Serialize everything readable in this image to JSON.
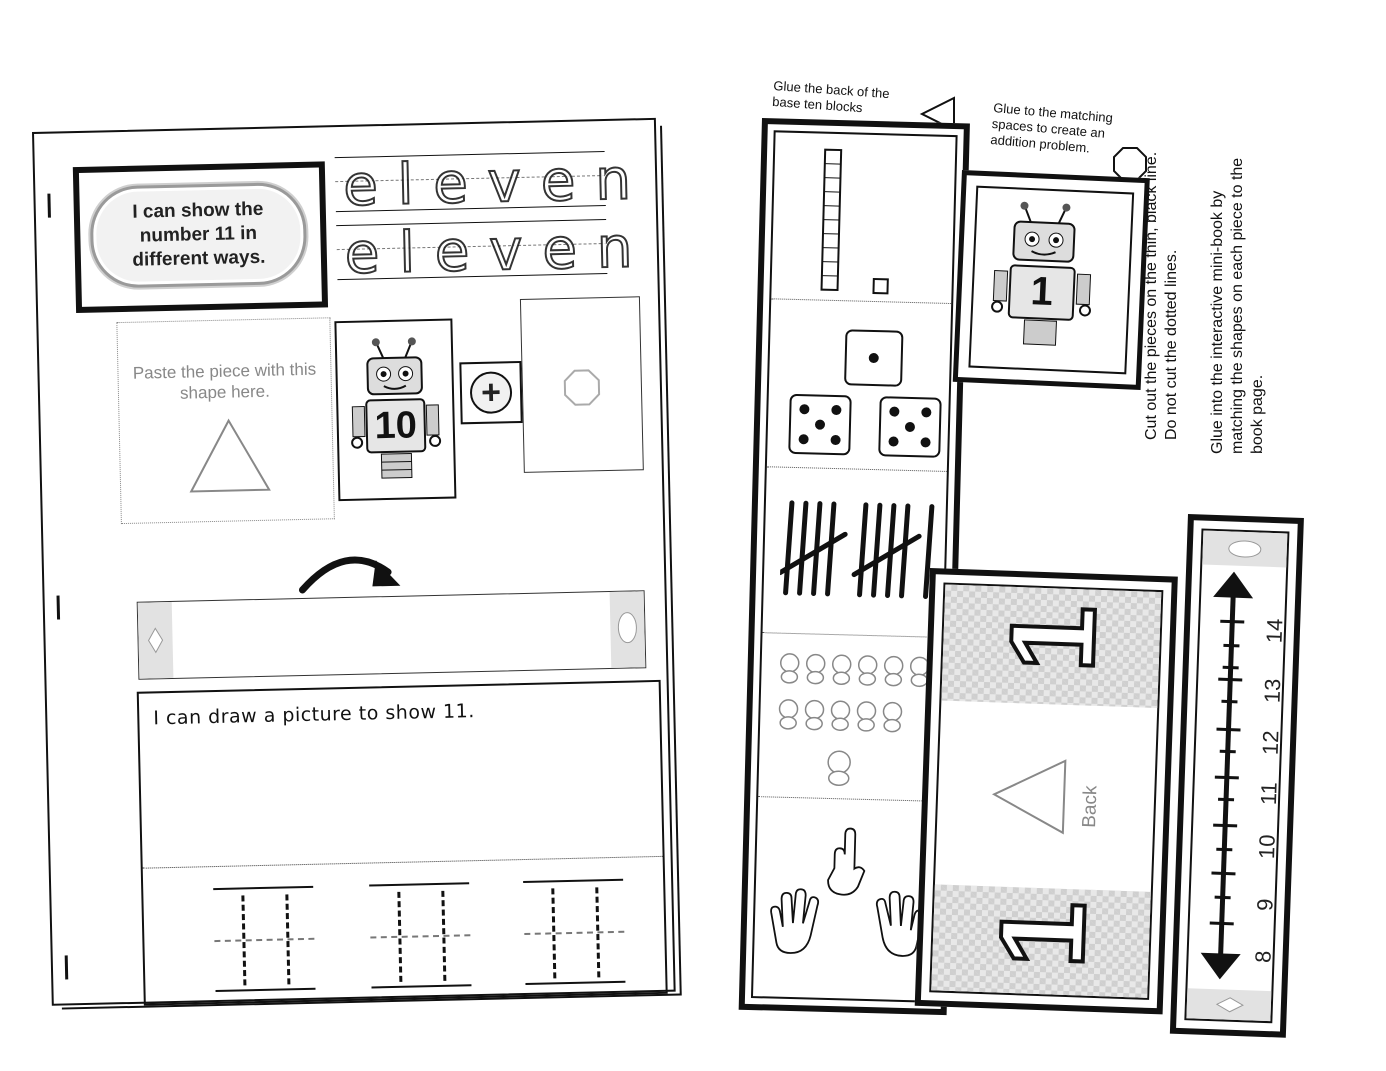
{
  "left_page": {
    "title": "I can show the number 11 in different ways.",
    "trace_word_1": "eleven",
    "trace_word_2": "eleven",
    "paste_label": "Paste the piece with this shape here.",
    "robot_number": "10",
    "plus_symbol": "+",
    "draw_label": "I can draw a picture to show 11.",
    "trace_number": "11"
  },
  "right_page": {
    "note_glue_back": "Glue the back of the base ten blocks",
    "note_glue_matching": "Glue to the matching spaces to create an addition problem.",
    "robot_number": "1",
    "instruction_cut": "Cut out the pieces on the thin, black line. Do not cut the dotted lines.",
    "instruction_glue": "Glue into the interactive mini-book by matching the shapes on each piece to the book page.",
    "back_label": "Back",
    "big_number": "1",
    "number_line_labels": [
      "8",
      "9",
      "10",
      "11",
      "12",
      "13",
      "14"
    ]
  },
  "colors": {
    "ink": "#111111",
    "gray": "#888888",
    "light": "#e2e2e2"
  }
}
